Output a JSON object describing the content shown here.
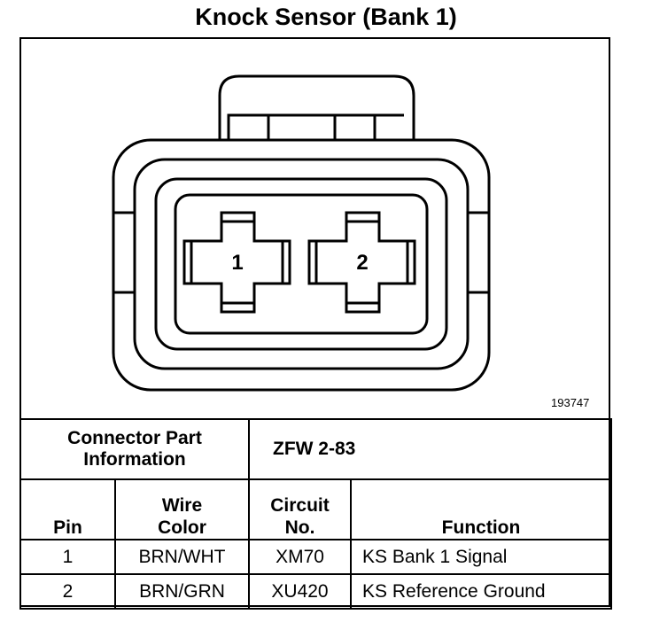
{
  "title": "Knock Sensor (Bank 1)",
  "diagram": {
    "pin_labels": [
      "1",
      "2"
    ],
    "part_number": "193747"
  },
  "connector": {
    "label_line1": "Connector Part",
    "label_line2": "Information",
    "value": "ZFW 2-83"
  },
  "table": {
    "headers": {
      "pin": "Pin",
      "wire_color_line1": "Wire",
      "wire_color_line2": "Color",
      "circuit_line1": "Circuit",
      "circuit_line2": "No.",
      "function": "Function"
    },
    "rows": [
      {
        "pin": "1",
        "wire_color": "BRN/WHT",
        "circuit": "XM70",
        "function": "KS Bank 1 Signal"
      },
      {
        "pin": "2",
        "wire_color": "BRN/GRN",
        "circuit": "XU420",
        "function": "KS Reference Ground"
      }
    ]
  }
}
